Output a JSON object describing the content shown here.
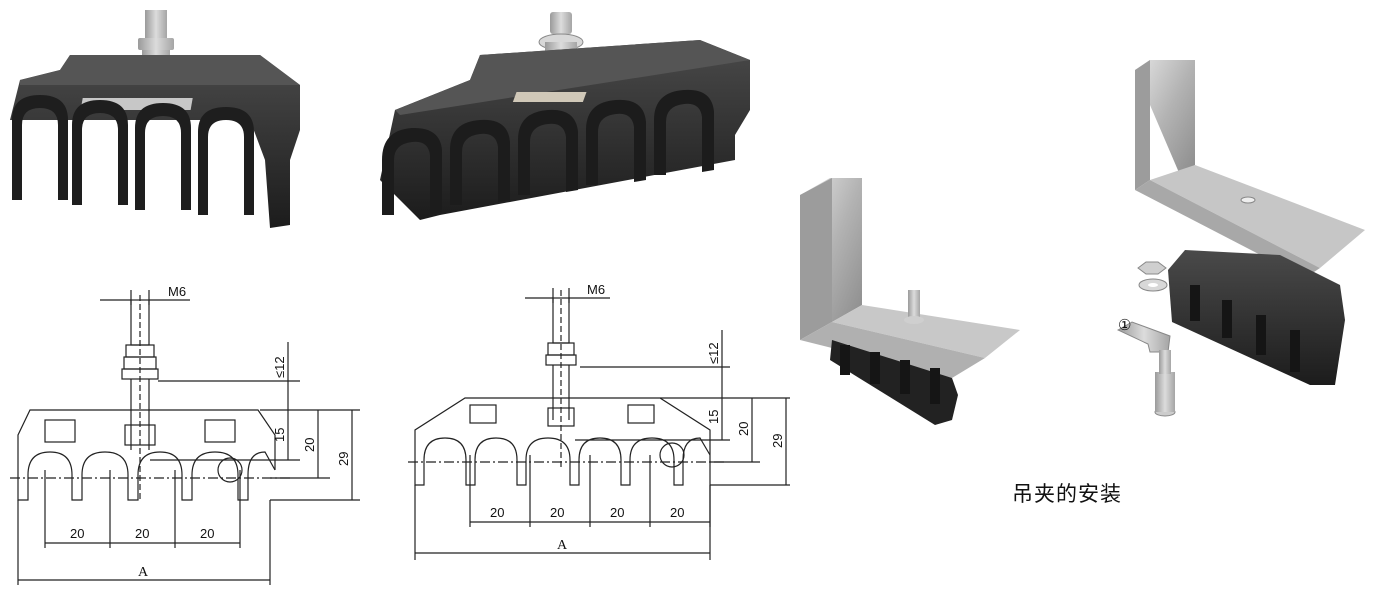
{
  "clamp4": {
    "thread_label": "M6",
    "dims_vertical": [
      "≤12",
      "15",
      "20",
      "29"
    ],
    "pitch_labels": [
      "20",
      "20",
      "20"
    ],
    "overall_label": "A"
  },
  "clamp5": {
    "thread_label": "M6",
    "dims_vertical": [
      "≤12",
      "15",
      "20",
      "29"
    ],
    "pitch_labels": [
      "20",
      "20",
      "20",
      "20"
    ],
    "overall_label": "A"
  },
  "assembly": {
    "callout": "①",
    "caption": "吊夹的安装"
  },
  "colors": {
    "plastic": "#2b2b2b",
    "steel": "#b9b9b9",
    "line": "#222222"
  }
}
